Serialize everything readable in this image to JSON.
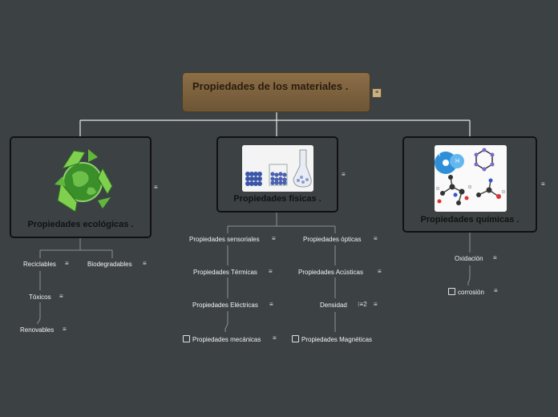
{
  "root": {
    "title": "Propiedades de los materiales .",
    "note_icon": "note-icon"
  },
  "branches": {
    "ecologicas": {
      "title": "Propiedades ecológicas .",
      "image": "recycle-globe-icon"
    },
    "fisicas": {
      "title": "Propiedades físicas .",
      "image": "flasks-image"
    },
    "quimicas": {
      "title": "Propiedades químicas .",
      "image": "molecules-image"
    }
  },
  "leaves": {
    "reciclables": "Reciclables",
    "biodegradables": "Biodegradables",
    "toxicos": "Tóxicos",
    "renovables": "Renovables",
    "sensoriales": "Propiedades  sensoriales",
    "opticas": "Propiedades ópticas",
    "termicas": "Propiedades Térmicas",
    "acusticas": "Propiedades  Acústicas",
    "electricas": "Propiedades Eléctricas",
    "densidad": "Densidad",
    "densidad_count": "2",
    "mecanicas": "Propiedades mecánicas",
    "magneticas": "Propiedades Magnéticas",
    "oxidacion": "Oxidación",
    "corrosion": "corrosión"
  },
  "colors": {
    "background": "#3c4244",
    "root": "#7a6040",
    "line": "#e6e6e6"
  }
}
